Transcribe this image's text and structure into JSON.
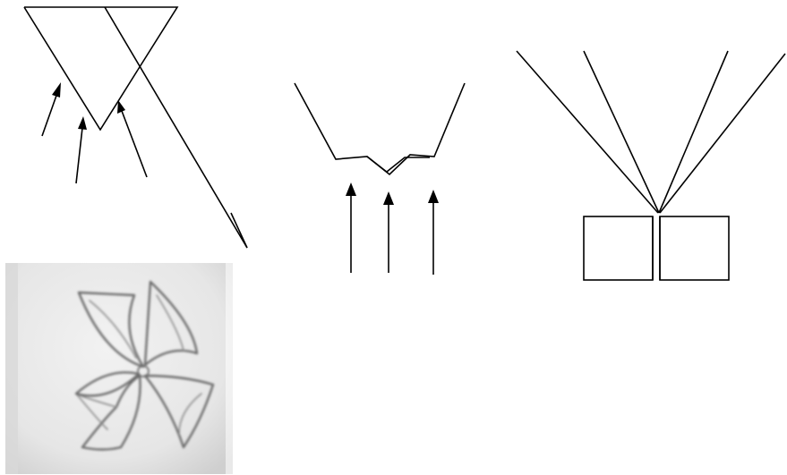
{
  "figure": {
    "panels": [
      {
        "id": "folded-triangle",
        "description_name": "triangle-fold-with-arrows"
      },
      {
        "id": "v-shaped-fold",
        "description_name": "v-fold-with-up-arrows"
      },
      {
        "id": "book-with-pages",
        "description_name": "open-book-with-fanned-lines"
      },
      {
        "id": "pinwheel-photo",
        "description_name": "pinwheel-sketch-photo"
      }
    ]
  },
  "colors": {
    "ink": "#000000",
    "paper": "#ffffff",
    "photo_background": "#e9e9e9",
    "pencil": "#6b6b6b"
  }
}
